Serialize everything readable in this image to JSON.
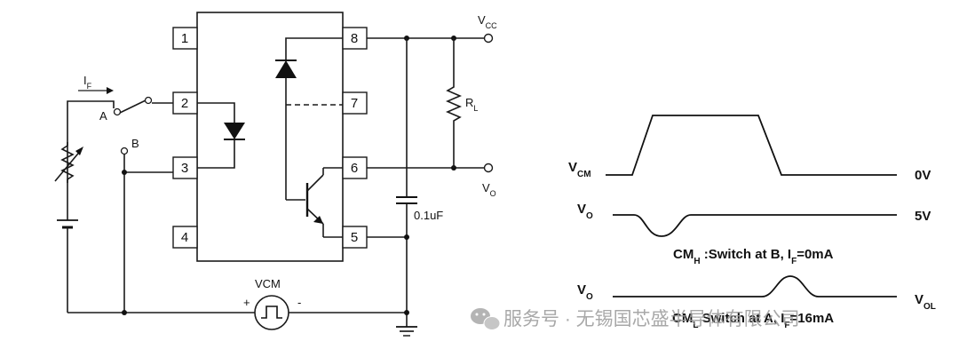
{
  "ic": {
    "pins": [
      "1",
      "2",
      "3",
      "4",
      "5",
      "6",
      "7",
      "8"
    ]
  },
  "switch": {
    "a": "A",
    "b": "B"
  },
  "current": {
    "base": "I",
    "sub": "F"
  },
  "vcc": {
    "base": "V",
    "sub": "CC"
  },
  "vo": {
    "base": "V",
    "sub": "O"
  },
  "rl": {
    "base": "R",
    "sub": "L"
  },
  "capacitor": {
    "value": "0.1uF"
  },
  "source": {
    "name": "VCM",
    "plus": "+",
    "minus": "-"
  },
  "waveforms": {
    "vcm": {
      "base": "V",
      "sub": "CM",
      "level": "0V"
    },
    "vo_high": {
      "base": "V",
      "sub": "O",
      "level": "5V"
    },
    "cmh": {
      "base": "CM",
      "sub": "H",
      "text": " :Switch at  B, I",
      "sub2": "F",
      "tail": "=0mA"
    },
    "vo_low": {
      "base": "V",
      "sub": "O",
      "level_base": "V",
      "level_sub": "OL"
    },
    "cml": {
      "base": "CM",
      "sub": "L",
      "text": " Switch at A, I",
      "sub2": "F",
      "tail": "=16mA"
    }
  },
  "watermark": {
    "text": "服务号 · 无锡国芯盛半导体有限公司"
  }
}
